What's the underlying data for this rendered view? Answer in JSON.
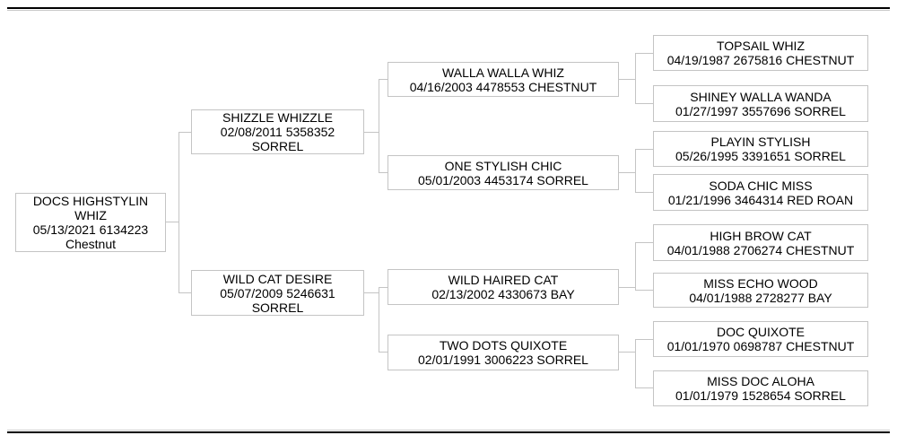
{
  "colors": {
    "background": "#ffffff",
    "box_border": "#c4c4c4",
    "connector_line": "#c4c4c4",
    "rule": "#000000",
    "text": "#000000"
  },
  "pedigree": {
    "root": {
      "name": "DOCS HIGHSTYLIN WHIZ",
      "date": "05/13/2021",
      "reg": "6134223",
      "color": "Chestnut"
    },
    "sire": {
      "name": "SHIZZLE WHIZZLE",
      "date": "02/08/2011",
      "reg": "5358352",
      "color": "SORREL"
    },
    "dam": {
      "name": "WILD CAT DESIRE",
      "date": "05/07/2009",
      "reg": "5246631",
      "color": "SORREL"
    },
    "sire_sire": {
      "name": "WALLA WALLA WHIZ",
      "date": "04/16/2003",
      "reg": "4478553",
      "color": "CHESTNUT"
    },
    "sire_dam": {
      "name": "ONE STYLISH CHIC",
      "date": "05/01/2003",
      "reg": "4453174",
      "color": "SORREL"
    },
    "dam_sire": {
      "name": "WILD HAIRED CAT",
      "date": "02/13/2002",
      "reg": "4330673",
      "color": "BAY"
    },
    "dam_dam": {
      "name": "TWO DOTS QUIXOTE",
      "date": "02/01/1991",
      "reg": "3006223",
      "color": "SORREL"
    },
    "sire_sire_sire": {
      "name": "TOPSAIL WHIZ",
      "date": "04/19/1987",
      "reg": "2675816",
      "color": "CHESTNUT"
    },
    "sire_sire_dam": {
      "name": "SHINEY WALLA WANDA",
      "date": "01/27/1997",
      "reg": "3557696",
      "color": "SORREL"
    },
    "sire_dam_sire": {
      "name": "PLAYIN STYLISH",
      "date": "05/26/1995",
      "reg": "3391651",
      "color": "SORREL"
    },
    "sire_dam_dam": {
      "name": "SODA CHIC MISS",
      "date": "01/21/1996",
      "reg": "3464314",
      "color": "RED ROAN"
    },
    "dam_sire_sire": {
      "name": "HIGH BROW CAT",
      "date": "04/01/1988",
      "reg": "2706274",
      "color": "CHESTNUT"
    },
    "dam_sire_dam": {
      "name": "MISS ECHO WOOD",
      "date": "04/01/1988",
      "reg": "2728277",
      "color": "BAY"
    },
    "dam_dam_sire": {
      "name": "DOC QUIXOTE",
      "date": "01/01/1970",
      "reg": "0698787",
      "color": "CHESTNUT"
    },
    "dam_dam_dam": {
      "name": "MISS DOC ALOHA",
      "date": "01/01/1979",
      "reg": "1528654",
      "color": "SORREL"
    }
  }
}
